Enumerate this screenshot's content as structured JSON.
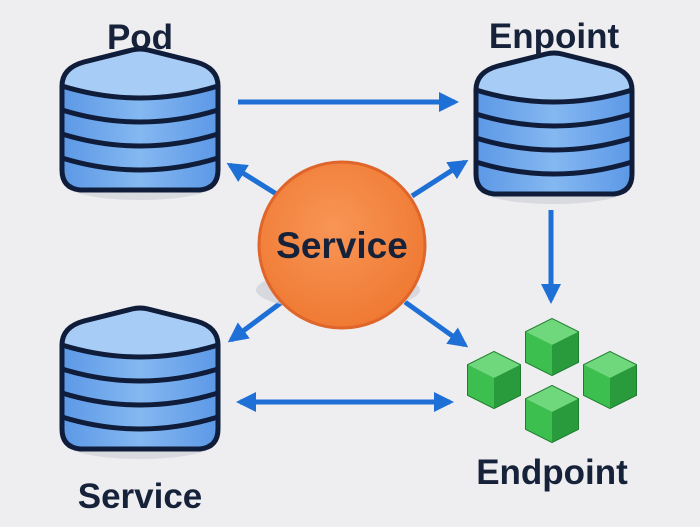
{
  "nodes": {
    "pod": {
      "label": "Pod"
    },
    "enpoint": {
      "label": "Enpoint"
    },
    "service_bottom": {
      "label": "Service"
    },
    "service_center": {
      "label": "Service"
    },
    "endpoint_cubes": {
      "label": "Endpoint"
    }
  },
  "colors": {
    "background": "#eeeef0",
    "stack_fill": "#7fb3ee",
    "stack_top": "#9cc6f5",
    "stack_stroke": "#0f1d3b",
    "service_circle": "#f3823c",
    "service_stroke": "#e0652a",
    "cube_green": "#3dbf4f",
    "arrow_blue": "#1e6fd6"
  },
  "icons": {
    "pod": "database-stack-icon",
    "enpoint": "database-stack-icon",
    "service_bottom": "database-stack-icon",
    "endpoint_cubes": "cube-cluster-icon"
  }
}
